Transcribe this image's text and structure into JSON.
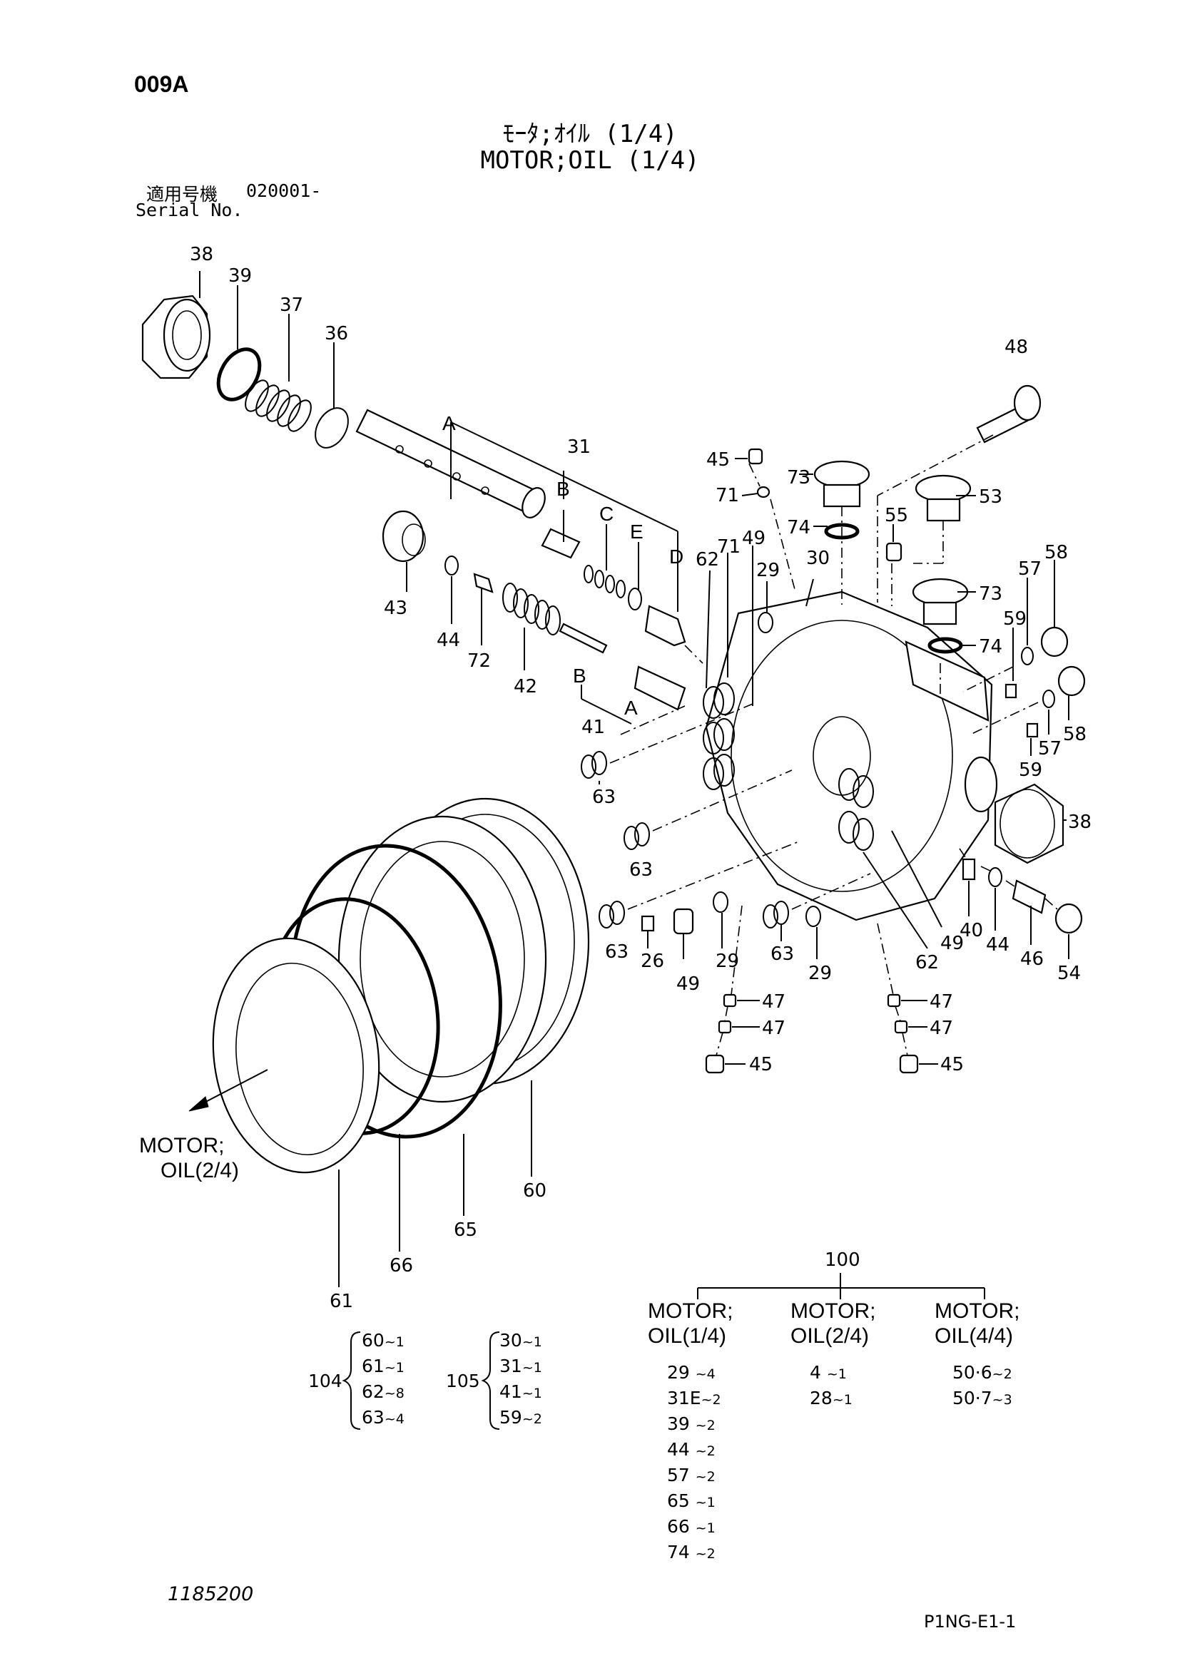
{
  "page_code": "009A",
  "title_jp": "ﾓｰﾀ;ｵｲﾙ (1/4)",
  "title_en": "MOTOR;OIL (1/4)",
  "serial": {
    "label_jp": "適用号機",
    "value": "020001-",
    "label_en": "Serial No."
  },
  "diagram": {
    "callouts": {
      "c38a": "38",
      "c39": "39",
      "c37": "37",
      "c36": "36",
      "c31": "31",
      "c43": "43",
      "c44a": "44",
      "c72": "72",
      "c42": "42",
      "c41": "41",
      "c63a": "63",
      "c63b": "63",
      "c63c": "63",
      "c63d": "63",
      "c62a": "62",
      "c71a": "71",
      "c49a": "49",
      "c29a": "29",
      "c30": "30",
      "c45a": "45",
      "c71b": "71",
      "c73a": "73",
      "c74a": "74",
      "c55": "55",
      "c53": "53",
      "c48": "48",
      "c73b": "73",
      "c74b": "74",
      "c57a": "57",
      "c58a": "58",
      "c59a": "59",
      "c58b": "58",
      "c57b": "57",
      "c59b": "59",
      "c38b": "38",
      "c40": "40",
      "c44b": "44",
      "c46": "46",
      "c54": "54",
      "c62b": "62",
      "c49b": "49",
      "c26": "26",
      "c49c": "49",
      "c29b": "29",
      "c29c": "29",
      "c47a": "47",
      "c47b": "47",
      "c45b": "45",
      "c47c": "47",
      "c47d": "47",
      "c45c": "45",
      "c60": "60",
      "c61": "61",
      "c65": "65",
      "c66": "66"
    },
    "letters": {
      "la": "A",
      "lb": "B",
      "lc": "C",
      "le": "E",
      "ld": "D",
      "lb2": "B",
      "la2": "A"
    },
    "motor_ref_line1": "MOTOR;",
    "motor_ref_line2": "OIL(2/4)"
  },
  "assembly_100": {
    "label": "100",
    "columns": [
      {
        "line1": "MOTOR;",
        "line2": "OIL(1/4)",
        "rows": [
          {
            "part": "29",
            "qty": "~4"
          },
          {
            "part": "31E",
            "qty": "~2"
          },
          {
            "part": "39",
            "qty": "~2"
          },
          {
            "part": "44",
            "qty": "~2"
          },
          {
            "part": "57",
            "qty": "~2"
          },
          {
            "part": "65",
            "qty": "~1"
          },
          {
            "part": "66",
            "qty": "~1"
          },
          {
            "part": "74",
            "qty": "~2"
          }
        ]
      },
      {
        "line1": "MOTOR;",
        "line2": "OIL(2/4)",
        "rows": [
          {
            "part": "4",
            "qty": "~1"
          },
          {
            "part": "28",
            "qty": "~1"
          }
        ]
      },
      {
        "line1": "MOTOR;",
        "line2": "OIL(4/4)",
        "rows": [
          {
            "part": "50·6",
            "qty": "~2"
          },
          {
            "part": "50·7",
            "qty": "~3"
          }
        ]
      }
    ]
  },
  "kit_104": {
    "label": "104",
    "rows": [
      {
        "part": "60",
        "qty": "~1"
      },
      {
        "part": "61",
        "qty": "~1"
      },
      {
        "part": "62",
        "qty": "~8"
      },
      {
        "part": "63",
        "qty": "~4"
      }
    ]
  },
  "kit_105": {
    "label": "105",
    "rows": [
      {
        "part": "30",
        "qty": "~1"
      },
      {
        "part": "31",
        "qty": "~1"
      },
      {
        "part": "41",
        "qty": "~1"
      },
      {
        "part": "59",
        "qty": "~2"
      }
    ]
  },
  "doc_number": "1185200",
  "page_ref": "P1NG-E1-1"
}
